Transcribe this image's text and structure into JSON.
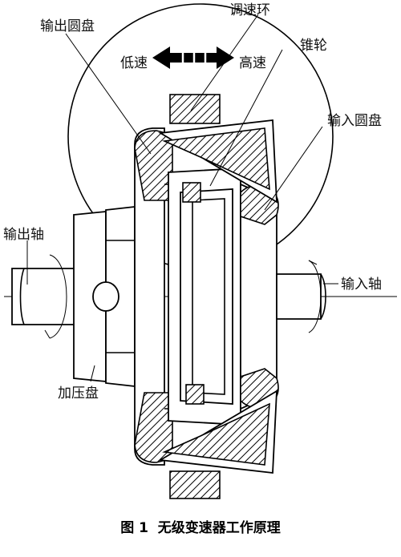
{
  "labels": {
    "output_disc": "输出圆盘",
    "speed_ring": "调速环",
    "low_speed": "低速",
    "high_speed": "高速",
    "cone_wheel": "锥轮",
    "input_disc": "输入圆盘",
    "output_shaft": "输出轴",
    "input_shaft": "输入轴",
    "pressure_disc": "加压盘"
  },
  "caption": "图 1  无级变速器工作原理"
}
